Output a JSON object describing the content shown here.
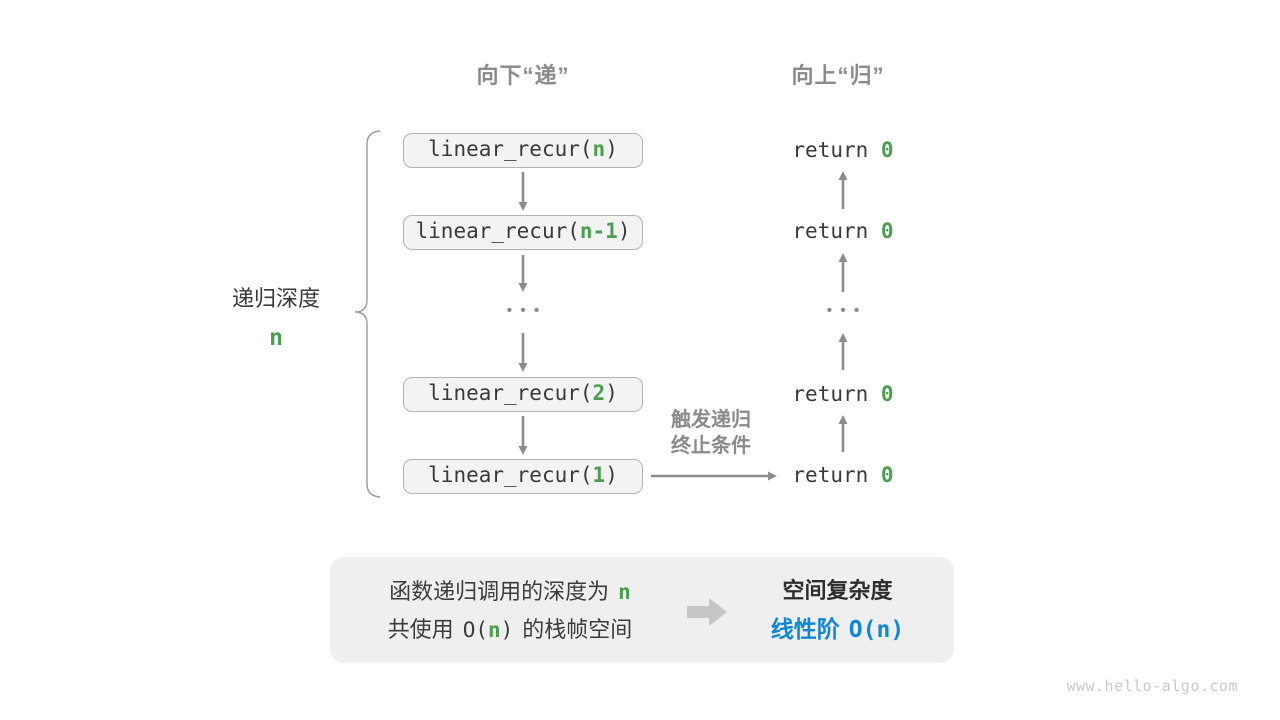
{
  "headers": {
    "down": "向下“递”",
    "up": "向上“归”"
  },
  "depth_label": {
    "text": "递归深度",
    "var": "n"
  },
  "calls": [
    {
      "pre": "linear_recur(",
      "arg": "n",
      "post": ")"
    },
    {
      "pre": "linear_recur(",
      "arg": "n-1",
      "post": ")"
    },
    {
      "pre": "linear_recur(",
      "arg": "2",
      "post": ")"
    },
    {
      "pre": "linear_recur(",
      "arg": "1",
      "post": ")"
    }
  ],
  "returns": [
    {
      "pre": "return ",
      "val": "0"
    },
    {
      "pre": "return ",
      "val": "0"
    },
    {
      "pre": "return ",
      "val": "0"
    },
    {
      "pre": "return ",
      "val": "0"
    }
  ],
  "ellipsis": "•••",
  "trigger_note": {
    "line1": "触发递归",
    "line2": "终止条件"
  },
  "summary": {
    "line1_text": "函数递归调用的深度为",
    "line1_var": "n",
    "line2_p1": "共使用",
    "line2_fpre": "O(",
    "line2_var": "n",
    "line2_fpost": ")",
    "line2_p2": "的栈帧空间",
    "right_title": "空间复杂度",
    "right_cn": "线性阶",
    "right_formula": "O(n)"
  },
  "watermark": "www.hello-algo.com",
  "colors": {
    "accent_green": "#4b9e4f",
    "accent_blue": "#1187d3",
    "gray_label": "#8a8a8a",
    "arrow_gray": "#8c8c8c",
    "box_fill": "#f3f3f3",
    "box_border": "#b3b3b3",
    "summary_fill": "#efefef"
  }
}
